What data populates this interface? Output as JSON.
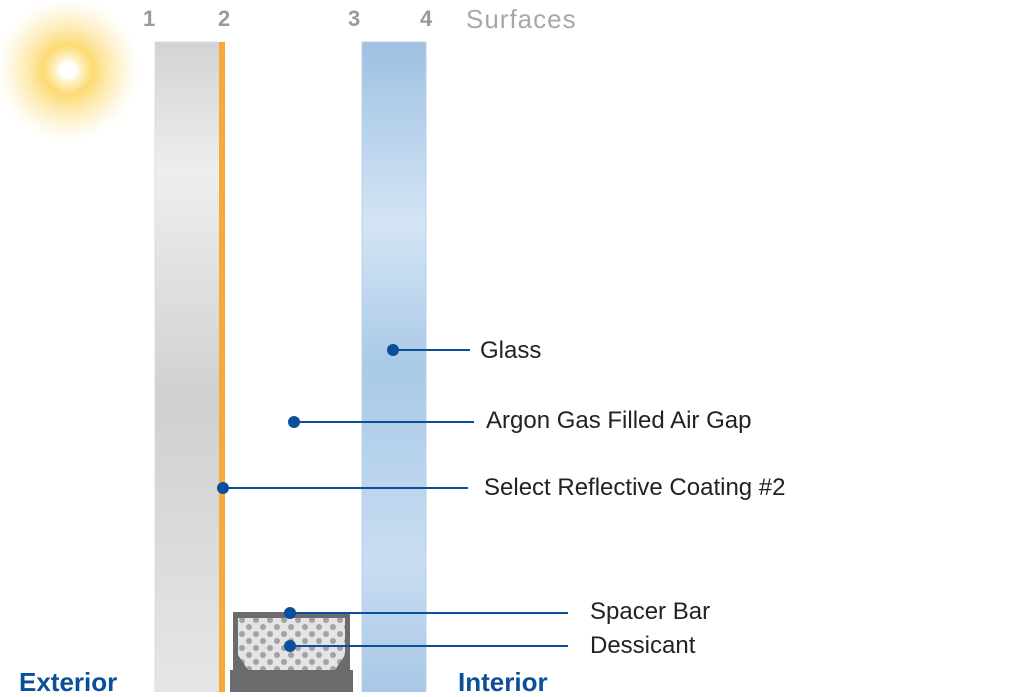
{
  "surfaces": {
    "numbers": [
      "1",
      "2",
      "3",
      "4"
    ],
    "title": "Surfaces"
  },
  "callouts": {
    "glass": "Glass",
    "argon": "Argon Gas Filled Air Gap",
    "coating": "Select Reflective Coating #2",
    "spacer": "Spacer Bar",
    "dessicant": "Dessicant"
  },
  "sides": {
    "exterior": "Exterior",
    "interior": "Interior"
  },
  "colors": {
    "callout": "#0b4e9a",
    "coating": "#f9a93b",
    "spacer": "#6b6b6d"
  }
}
